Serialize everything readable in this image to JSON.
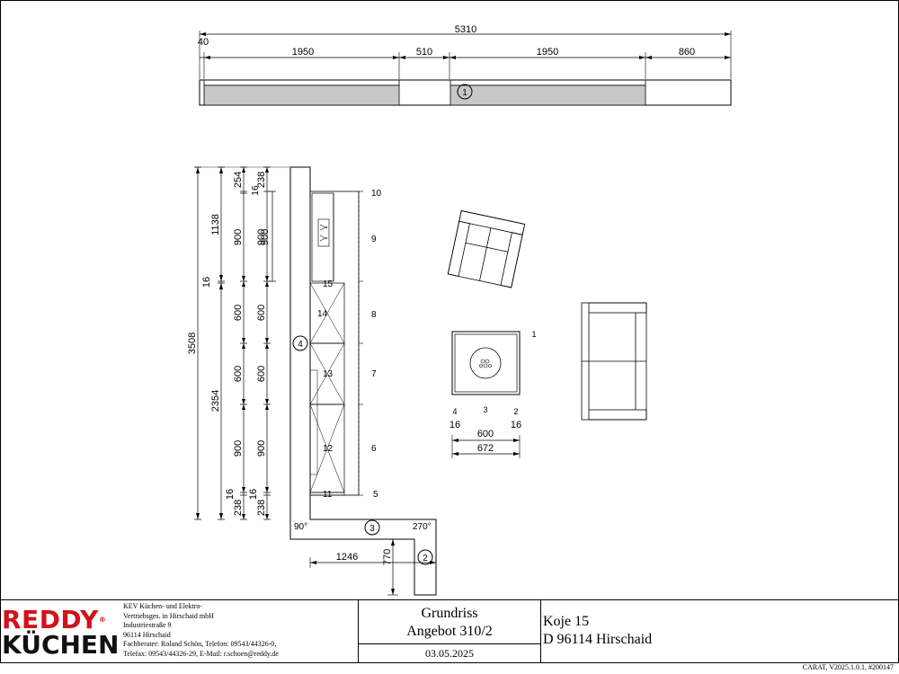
{
  "dimensions": {
    "top_total": "5310",
    "top_offset": "40",
    "top_segments": [
      "1950",
      "510",
      "1950",
      "860"
    ],
    "left_total": "3508",
    "left_segment_a": "1138",
    "left_segment_b": "16",
    "left_segment_c": "2354",
    "col3_values": [
      "254",
      "16",
      "900",
      "600",
      "600",
      "900",
      "16",
      "238"
    ],
    "col4_values": [
      "238",
      "900",
      "600",
      "600",
      "900",
      "16",
      "238"
    ],
    "side_detail": "900",
    "bottom_width": "1246",
    "bottom_depth": "770",
    "table_inner": "600",
    "table_outer": "672",
    "table_left_gap": "16",
    "table_right_gap": "16"
  },
  "labels": {
    "wall_1": "1",
    "wall_2": "2",
    "wall_3": "3",
    "wall_4": "4",
    "pos_5": "5",
    "pos_6": "6",
    "pos_7": "7",
    "pos_8": "8",
    "pos_9": "9",
    "pos_10": "10",
    "pos_11": "11",
    "pos_12": "12",
    "pos_13": "13",
    "pos_14": "14",
    "pos_15": "15",
    "angle_left": "90°",
    "angle_right": "270°",
    "table_side_4": "4",
    "table_side_3": "3",
    "table_side_2": "2",
    "table_side_1": "1"
  },
  "footer": {
    "logo_line1": "REDDY",
    "logo_reg": "®",
    "logo_line2": "KÜCHEN",
    "dealer_lines": [
      "KEV Küchen- und Elektro-",
      "Vertriebsges. in Hirschaid mbH",
      "Industriestraße 9",
      "96114 Hirschaid",
      "Fachberater: Roland Schön, Telefon: 09543/44326-0,",
      "Telefax: 09543/44326-29, E-Mail: r.schoen@reddy.de"
    ],
    "title": "Grundriss",
    "offer": "Angebot 310/2",
    "date": "03.05.2025",
    "project_line1": "Koje 15",
    "project_line2": "D 96114 Hirschaid",
    "version": "CARAT,  V2025.1.0.1, #200147"
  },
  "colors": {
    "counter_fill": "#c8c8c8",
    "logo_red": "#d1121b",
    "line": "#000000"
  }
}
